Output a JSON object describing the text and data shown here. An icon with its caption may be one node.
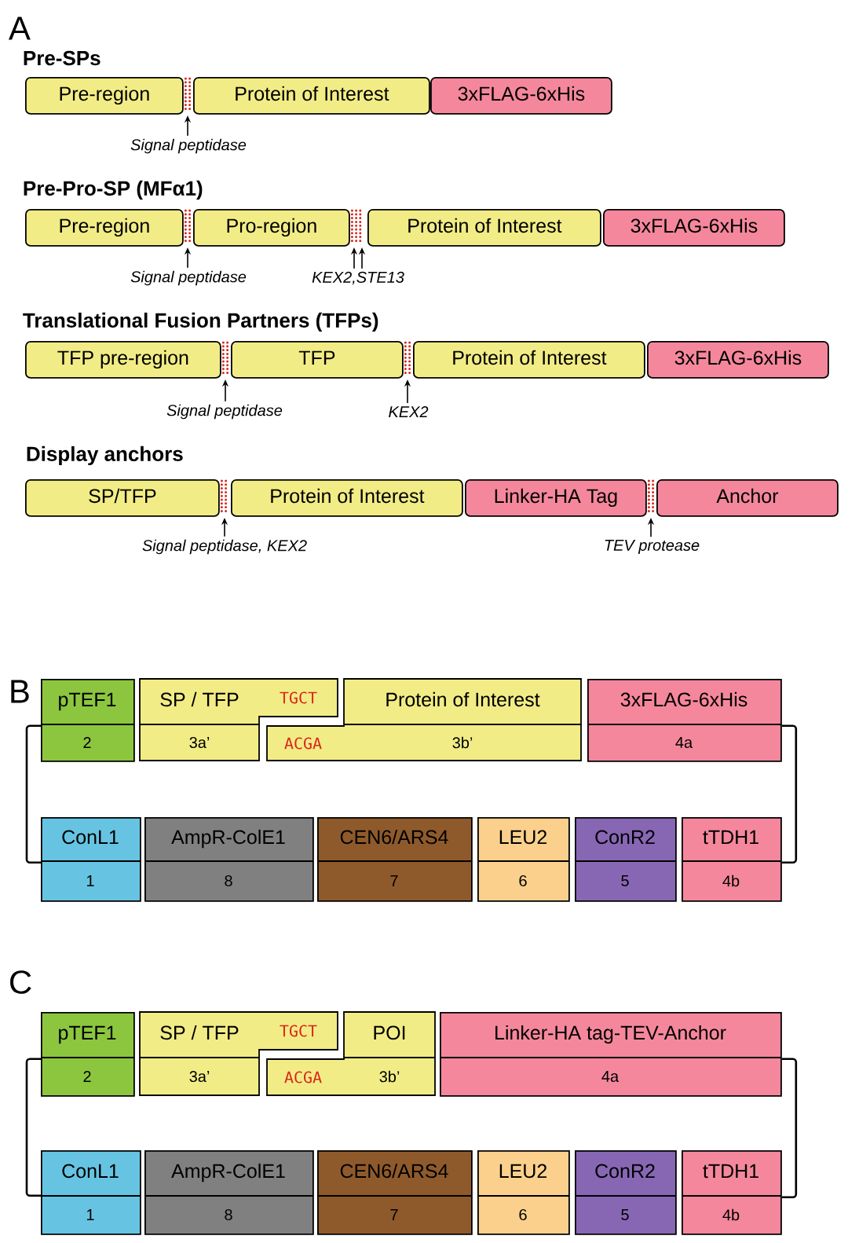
{
  "diagram": {
    "nodes": [
      {
        "text": [
          "Pre-region"
        ]
      },
      {
        "text": [],
        "shape": "bar"
      },
      {
        "text": [
          "Protein of Interest"
        ]
      },
      {
        "text": [
          "3xFLAG-6xHis"
        ]
      },
      {
        "text": [
          "Signal peptidase"
        ]
      },
      {
        "text": [
          "Pre-region"
        ]
      },
      {
        "text": [],
        "shape": "bar"
      },
      {
        "text": [
          "Pro-region"
        ]
      },
      {
        "text": [],
        "shape": "bar"
      },
      {
        "text": [
          "Protein of Interest"
        ]
      },
      {
        "text": [
          "3xFLAG-6xHis"
        ]
      },
      {
        "text": [
          "Signal peptidase"
        ]
      },
      {
        "text": [
          "KEX2,STE13"
        ]
      },
      {
        "text": [
          "TFP pre-region"
        ]
      },
      {
        "text": [],
        "shape": "bar"
      },
      {
        "text": [
          "TFP"
        ]
      },
      {
        "text": [],
        "shape": "bar"
      },
      {
        "text": [
          "Protein of Interest"
        ]
      },
      {
        "text": [
          "3xFLAG-6xHis"
        ]
      },
      {
        "text": [
          "Signal peptidase"
        ]
      },
      {
        "text": [
          "KEX2"
        ]
      },
      {
        "text": [
          "SP/TFP"
        ]
      },
      {
        "text": [],
        "shape": "bar"
      },
      {
        "text": [
          "Protein of Interest"
        ]
      },
      {
        "text": [
          "Linker-HA Tag"
        ]
      },
      {
        "text": [],
        "shape": "bar"
      },
      {
        "text": [
          "Anchor"
        ]
      },
      {
        "text": [
          "Signal peptidase, KEX2"
        ]
      },
      {
        "text": [
          "TEV protease"
        ]
      },
      {
        "text": [
          "pTEF1",
          "2"
        ]
      },
      {
        "text": [
          "SP / TFP",
          "TGCT",
          "3a’"
        ]
      },
      {
        "text": [
          "Protein of Interest",
          "ACGA",
          "3b’"
        ]
      },
      {
        "text": [
          "3xFLAG-6xHis",
          "4a"
        ]
      },
      {
        "text": [
          "ConL1",
          "1"
        ]
      },
      {
        "text": [
          "AmpR-ColE1",
          "8"
        ]
      },
      {
        "text": [
          "CEN6/ARS4",
          "7"
        ]
      },
      {
        "text": [
          "LEU2",
          "6"
        ]
      },
      {
        "text": [
          "ConR2",
          "5"
        ]
      },
      {
        "text": [
          "tTDH1",
          "4b"
        ]
      },
      {
        "text": [
          "pTEF1",
          "2"
        ]
      },
      {
        "text": [
          "SP / TFP",
          "TGCT",
          "3a’"
        ]
      },
      {
        "text": [
          "POI",
          "ACGA",
          "3b’"
        ]
      },
      {
        "text": [
          "Linker-HA tag-TEV-Anchor",
          "4a"
        ]
      },
      {
        "text": [
          "ConL1",
          "1"
        ]
      },
      {
        "text": [
          "AmpR-ColE1",
          "8"
        ]
      },
      {
        "text": [
          "CEN6/ARS4",
          "7"
        ]
      },
      {
        "text": [
          "LEU2",
          "6"
        ]
      },
      {
        "text": [
          "ConR2",
          "5"
        ]
      },
      {
        "text": [
          "tTDH1",
          "4b"
        ]
      }
    ],
    "edges": [
      {
        "from": 4,
        "to": 1,
        "arrow": "to"
      },
      {
        "from": 11,
        "to": 6,
        "arrow": "to"
      },
      {
        "from": 12,
        "to": 8,
        "arrow": "to"
      },
      {
        "from": 12,
        "to": 8,
        "arrow": "to"
      },
      {
        "from": 19,
        "to": 14,
        "arrow": "to"
      },
      {
        "from": 20,
        "to": 16,
        "arrow": "to"
      },
      {
        "from": 27,
        "to": 22,
        "arrow": "to"
      },
      {
        "from": 28,
        "to": 25,
        "arrow": "to"
      },
      {
        "from": 33,
        "to": 29,
        "arrow": "none"
      },
      {
        "from": 32,
        "to": 38,
        "arrow": "none"
      },
      {
        "from": 43,
        "to": 39,
        "arrow": "none"
      },
      {
        "from": 42,
        "to": 48,
        "arrow": "none"
      }
    ],
    "labels": [
      "A",
      "Pre-SPs",
      "Pre-Pro-SP (MFα1)",
      "Translational Fusion Partners (TFPs)",
      "Display anchors",
      "B",
      "C"
    ]
  }
}
